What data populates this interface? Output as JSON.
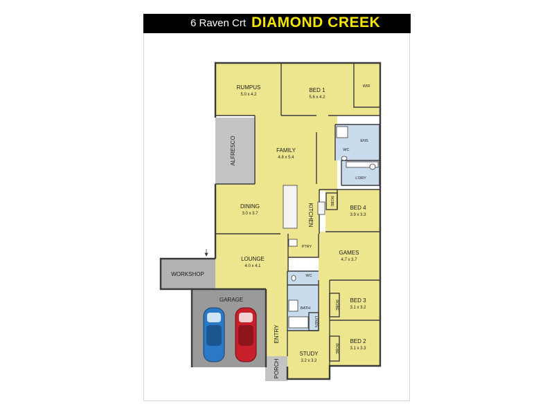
{
  "header": {
    "address": "6 Raven Crt",
    "suburb": "DIAMOND CREEK"
  },
  "rooms": {
    "rumpus": {
      "name": "RUMPUS",
      "dims": "5.0 x 4.2"
    },
    "bed1": {
      "name": "BED 1",
      "dims": "5.6 x 4.2"
    },
    "wir": {
      "name": "WIR"
    },
    "ens": {
      "name": "ENS"
    },
    "wc_ens": {
      "name": "WC"
    },
    "ldry": {
      "name": "L'DRY"
    },
    "alfresco": {
      "name": "ALFRESCO"
    },
    "family": {
      "name": "FAMILY",
      "dims": "4.8 x 5.4"
    },
    "dining": {
      "name": "DINING",
      "dims": "3.0 x 3.7"
    },
    "kitchen": {
      "name": "KITCHEN"
    },
    "robe4": {
      "name": "ROBE"
    },
    "bed4": {
      "name": "BED 4",
      "dims": "3.9 x 3.3"
    },
    "ptry": {
      "name": "PTRY"
    },
    "lounge": {
      "name": "LOUNGE",
      "dims": "4.0 x 4.1"
    },
    "games": {
      "name": "GAMES",
      "dims": "4.7 x 3.7"
    },
    "workshop": {
      "name": "WORKSHOP"
    },
    "wc_bath": {
      "name": "WC"
    },
    "garage": {
      "name": "GARAGE"
    },
    "bath": {
      "name": "BATH"
    },
    "robe3": {
      "name": "ROBE"
    },
    "bed3": {
      "name": "BED 3",
      "dims": "3.1 x 3.2"
    },
    "linen": {
      "name": "LINEN"
    },
    "entry": {
      "name": "ENTRY"
    },
    "study": {
      "name": "STUDY",
      "dims": "3.2 x 3.2"
    },
    "robe2": {
      "name": "ROBE"
    },
    "bed2": {
      "name": "BED 2",
      "dims": "3.1 x 3.3"
    },
    "porch": {
      "name": "PORCH"
    }
  },
  "colors": {
    "room": "#eee68f",
    "wet": "#c9dcee",
    "alfresco": "#c3c3c3",
    "garage": "#9a9a9a",
    "workshop": "#b3b3b3",
    "wall": "#3a3a3a",
    "car_blue": "#2a78c6",
    "car_red": "#c8202a"
  }
}
